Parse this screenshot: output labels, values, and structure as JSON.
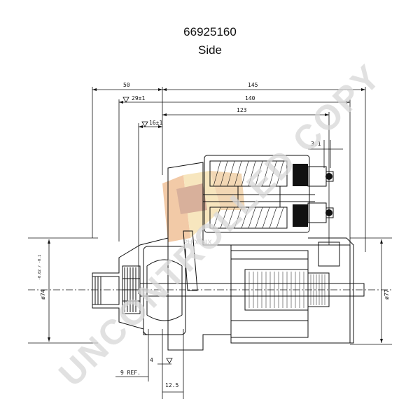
{
  "header": {
    "part_number": "66925160",
    "view": "Side"
  },
  "watermark": {
    "text": "UNCONTROLLED COPY",
    "logo_text": "PHOENIX"
  },
  "dimensions": {
    "d50": "50",
    "d145": "145",
    "d29": "29±1",
    "d140": "140",
    "d123": "123",
    "d16": "16±1",
    "d3_1": "3.1",
    "d74": "ø74",
    "d74_tol": "-0.02 / -0.1",
    "d77": "ø77",
    "d4": "4",
    "d9ref": "9 REF.",
    "d12_5": "12.5"
  },
  "colors": {
    "line": "#111111",
    "watermark": "#d8d8d8",
    "logo_orange": "#e8a060",
    "logo_yellow": "#f2d28a",
    "logo_brown": "#b9704a"
  }
}
